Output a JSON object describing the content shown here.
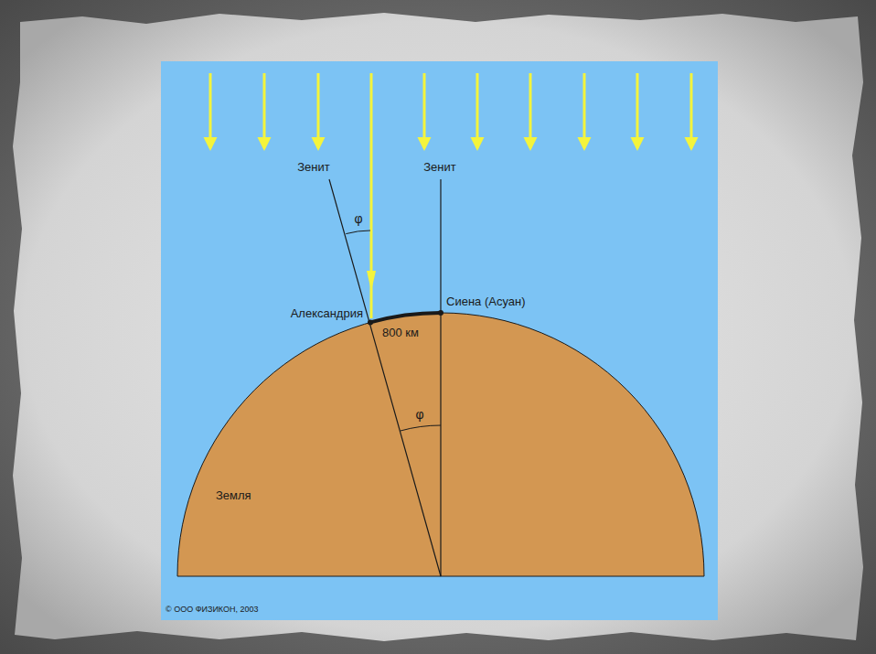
{
  "diagram": {
    "labels": [
      "Зенит",
      "Зенит",
      "φ",
      "φ",
      "Александрия",
      "Сиена (Асуан)",
      "800 км",
      "Земля",
      "© ООО ФИЗИКОН, 2003"
    ]
  }
}
